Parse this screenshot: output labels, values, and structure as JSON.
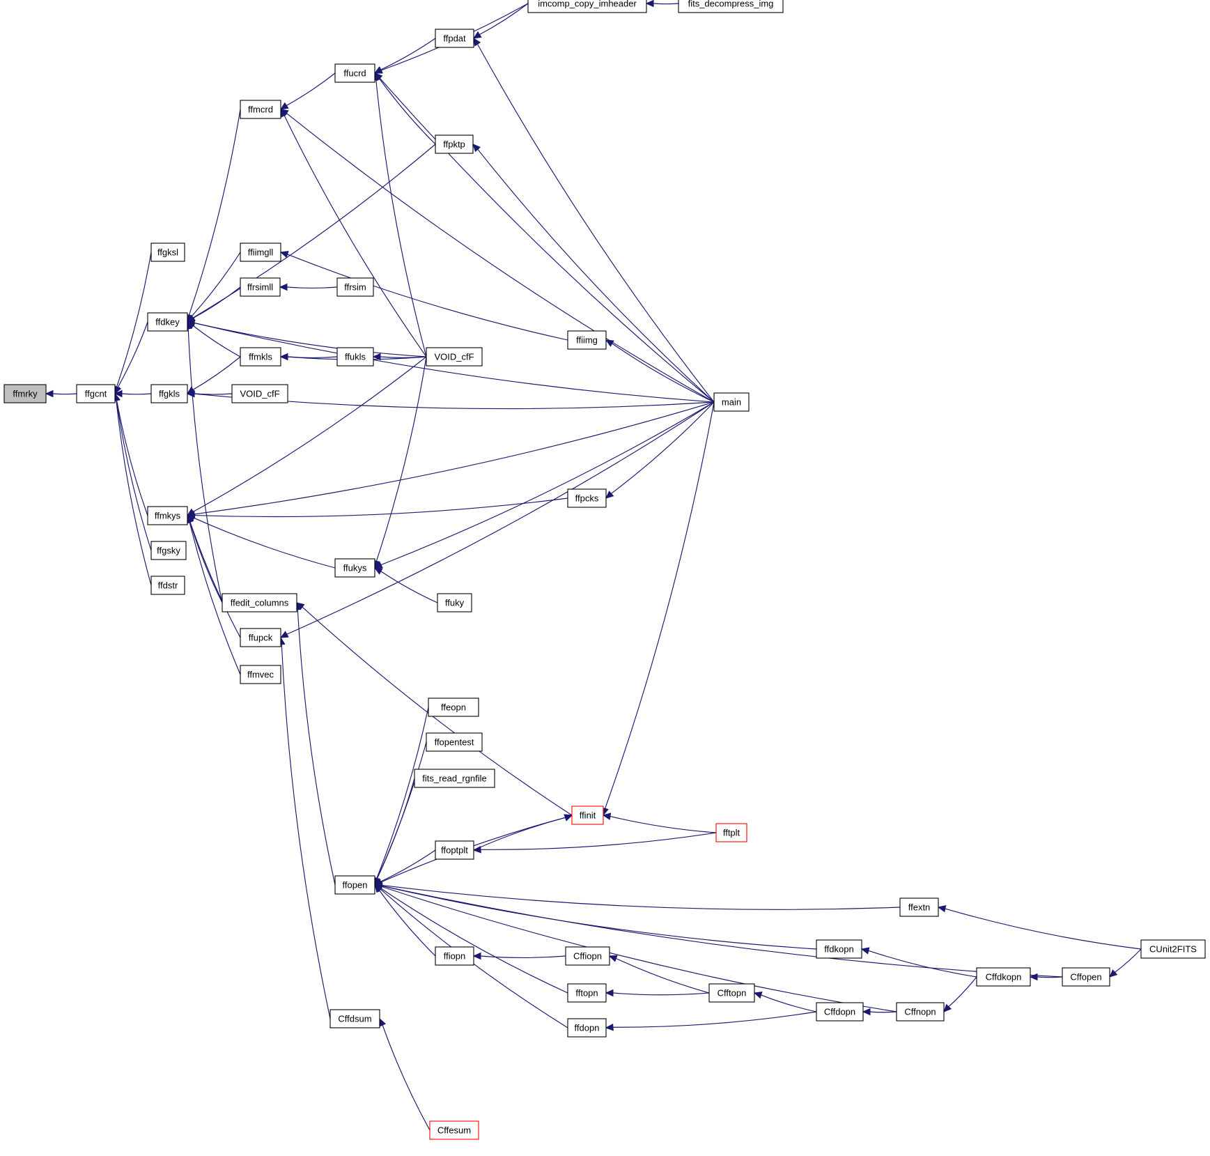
{
  "graph": {
    "colors": {
      "edge": "#191970",
      "node_border": "#000000",
      "truncated_border": "#ff0000",
      "root_fill": "#bfbfbf"
    },
    "nodes": [
      {
        "id": "ffmrky",
        "label": "ffmrky",
        "root": true
      },
      {
        "id": "ffgcnt",
        "label": "ffgcnt"
      },
      {
        "id": "ffgksl",
        "label": "ffgksl"
      },
      {
        "id": "ffdkey",
        "label": "ffdkey"
      },
      {
        "id": "ffgkls",
        "label": "ffgkls"
      },
      {
        "id": "ffmkys",
        "label": "ffmkys"
      },
      {
        "id": "ffgsky",
        "label": "ffgsky"
      },
      {
        "id": "ffdstr",
        "label": "ffdstr"
      },
      {
        "id": "ffmcrd",
        "label": "ffmcrd"
      },
      {
        "id": "ffiimgll",
        "label": "ffiimgll"
      },
      {
        "id": "ffrsimll",
        "label": "ffrsimll"
      },
      {
        "id": "ffmkls",
        "label": "ffmkls"
      },
      {
        "id": "VOID_cfF_b",
        "label": "VOID_cfF"
      },
      {
        "id": "ffedit_columns",
        "label": "ffedit_columns"
      },
      {
        "id": "ffupck",
        "label": "ffupck"
      },
      {
        "id": "ffmvec",
        "label": "ffmvec"
      },
      {
        "id": "ffucrd",
        "label": "ffucrd"
      },
      {
        "id": "ffrsim",
        "label": "ffrsim"
      },
      {
        "id": "ffukls",
        "label": "ffukls"
      },
      {
        "id": "ffukys",
        "label": "ffukys"
      },
      {
        "id": "ffopen",
        "label": "ffopen"
      },
      {
        "id": "Cffdsum",
        "label": "Cffdsum"
      },
      {
        "id": "ffpdat",
        "label": "ffpdat"
      },
      {
        "id": "ffpktp",
        "label": "ffpktp"
      },
      {
        "id": "VOID_cfF_a",
        "label": "VOID_cfF"
      },
      {
        "id": "ffuky",
        "label": "ffuky"
      },
      {
        "id": "ffeopn",
        "label": "ffeopn"
      },
      {
        "id": "ffopentest",
        "label": "ffopentest"
      },
      {
        "id": "fits_read_rgnfile",
        "label": "fits_read_rgnfile"
      },
      {
        "id": "ffoptplt",
        "label": "ffoptplt"
      },
      {
        "id": "ffiopn",
        "label": "ffiopn"
      },
      {
        "id": "Cffesum",
        "label": "Cffesum",
        "truncated": true
      },
      {
        "id": "imcomp_copy_imheader",
        "label": "imcomp_copy_imheader"
      },
      {
        "id": "ffiimg",
        "label": "ffiimg"
      },
      {
        "id": "ffpcks",
        "label": "ffpcks"
      },
      {
        "id": "ffinit",
        "label": "ffinit",
        "truncated": true
      },
      {
        "id": "Cffiopn",
        "label": "Cffiopn"
      },
      {
        "id": "fftopn",
        "label": "fftopn"
      },
      {
        "id": "ffdopn",
        "label": "ffdopn"
      },
      {
        "id": "fits_decompress_img",
        "label": "fits_decompress_img"
      },
      {
        "id": "main",
        "label": "main"
      },
      {
        "id": "fftplt",
        "label": "fftplt",
        "truncated": true
      },
      {
        "id": "Cfftopn",
        "label": "Cfftopn"
      },
      {
        "id": "ffdkopn",
        "label": "ffdkopn"
      },
      {
        "id": "Cffdopn",
        "label": "Cffdopn"
      },
      {
        "id": "ffextn",
        "label": "ffextn"
      },
      {
        "id": "Cffnopn",
        "label": "Cffnopn"
      },
      {
        "id": "Cffdkopn",
        "label": "Cffdkopn"
      },
      {
        "id": "Cffopen",
        "label": "Cffopen"
      },
      {
        "id": "CUnit2FITS",
        "label": "CUnit2FITS"
      }
    ],
    "edges": [
      [
        "ffgcnt",
        "ffmrky"
      ],
      [
        "ffgksl",
        "ffgcnt"
      ],
      [
        "ffdkey",
        "ffgcnt"
      ],
      [
        "ffgkls",
        "ffgcnt"
      ],
      [
        "ffmkys",
        "ffgcnt"
      ],
      [
        "ffgsky",
        "ffgcnt"
      ],
      [
        "ffdstr",
        "ffgcnt"
      ],
      [
        "ffmcrd",
        "ffdkey"
      ],
      [
        "ffpktp",
        "ffdkey"
      ],
      [
        "main",
        "ffdkey"
      ],
      [
        "ffiimgll",
        "ffdkey"
      ],
      [
        "ffrsimll",
        "ffdkey"
      ],
      [
        "VOID_cfF_a",
        "ffdkey"
      ],
      [
        "ffmkls",
        "ffdkey"
      ],
      [
        "ffedit_columns",
        "ffdkey"
      ],
      [
        "ffucrd",
        "ffmcrd"
      ],
      [
        "main",
        "ffmcrd"
      ],
      [
        "VOID_cfF_a",
        "ffmcrd"
      ],
      [
        "imcomp_copy_imheader",
        "ffucrd"
      ],
      [
        "ffpdat",
        "ffucrd"
      ],
      [
        "main",
        "ffucrd"
      ],
      [
        "ffpktp",
        "ffucrd"
      ],
      [
        "VOID_cfF_a",
        "ffucrd"
      ],
      [
        "imcomp_copy_imheader",
        "ffpdat"
      ],
      [
        "main",
        "ffpdat"
      ],
      [
        "fits_decompress_img",
        "imcomp_copy_imheader"
      ],
      [
        "main",
        "ffpktp"
      ],
      [
        "ffiimg",
        "ffiimgll"
      ],
      [
        "main",
        "ffiimg"
      ],
      [
        "ffrsim",
        "ffrsimll"
      ],
      [
        "ffukls",
        "ffmkls"
      ],
      [
        "VOID_cfF_a",
        "ffmkls"
      ],
      [
        "VOID_cfF_a",
        "ffukls"
      ],
      [
        "ffmkls",
        "ffgkls"
      ],
      [
        "VOID_cfF_b",
        "ffgkls"
      ],
      [
        "main",
        "ffgkls"
      ],
      [
        "VOID_cfF_a",
        "ffmkys"
      ],
      [
        "ffpcks",
        "ffmkys"
      ],
      [
        "main",
        "ffmkys"
      ],
      [
        "ffukys",
        "ffmkys"
      ],
      [
        "ffedit_columns",
        "ffmkys"
      ],
      [
        "ffupck",
        "ffmkys"
      ],
      [
        "ffmvec",
        "ffmkys"
      ],
      [
        "main",
        "ffpcks"
      ],
      [
        "VOID_cfF_a",
        "ffukys"
      ],
      [
        "main",
        "ffukys"
      ],
      [
        "ffuky",
        "ffukys"
      ],
      [
        "ffinit",
        "ffedit_columns"
      ],
      [
        "ffopen",
        "ffedit_columns"
      ],
      [
        "main",
        "ffupck"
      ],
      [
        "Cffdsum",
        "ffupck"
      ],
      [
        "main",
        "ffinit"
      ],
      [
        "fftplt",
        "ffinit"
      ],
      [
        "ffoptplt",
        "ffinit"
      ],
      [
        "ffopen",
        "ffinit"
      ],
      [
        "fftplt",
        "ffoptplt"
      ],
      [
        "ffeopn",
        "ffopen"
      ],
      [
        "ffopentest",
        "ffopen"
      ],
      [
        "fits_read_rgnfile",
        "ffopen"
      ],
      [
        "ffoptplt",
        "ffopen"
      ],
      [
        "ffextn",
        "ffopen"
      ],
      [
        "ffdkopn",
        "ffopen"
      ],
      [
        "ffiopn",
        "ffopen"
      ],
      [
        "fftopn",
        "ffopen"
      ],
      [
        "ffdopn",
        "ffopen"
      ],
      [
        "Cffnopn",
        "ffopen"
      ],
      [
        "Cffopen",
        "ffopen"
      ],
      [
        "Cffiopn",
        "ffiopn"
      ],
      [
        "Cfftopn",
        "Cffiopn"
      ],
      [
        "Cfftopn",
        "fftopn"
      ],
      [
        "Cffdopn",
        "Cfftopn"
      ],
      [
        "Cffdopn",
        "ffdopn"
      ],
      [
        "Cffnopn",
        "Cffdopn"
      ],
      [
        "Cffdkopn",
        "Cffnopn"
      ],
      [
        "Cffdkopn",
        "ffdkopn"
      ],
      [
        "Cffopen",
        "Cffdkopn"
      ],
      [
        "CUnit2FITS",
        "ffextn"
      ],
      [
        "CUnit2FITS",
        "Cffopen"
      ],
      [
        "Cffesum",
        "Cffdsum"
      ]
    ]
  }
}
